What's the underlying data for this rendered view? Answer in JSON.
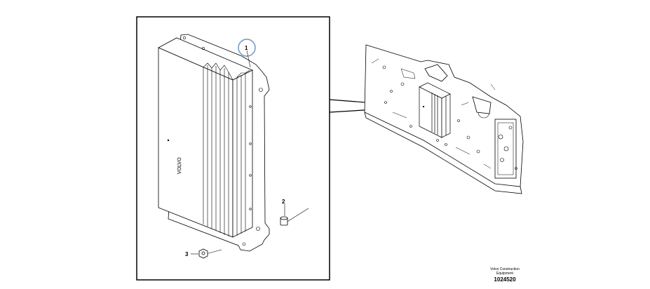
{
  "callouts": {
    "one": "1",
    "two": "2",
    "three": "3"
  },
  "footer": {
    "company_line1": "Volvo Construction",
    "company_line2": "Equipment",
    "drawing_id": "1024520"
  },
  "colors": {
    "line": "#000000",
    "highlight_circle": "#6f96c8",
    "background": "#ffffff"
  }
}
